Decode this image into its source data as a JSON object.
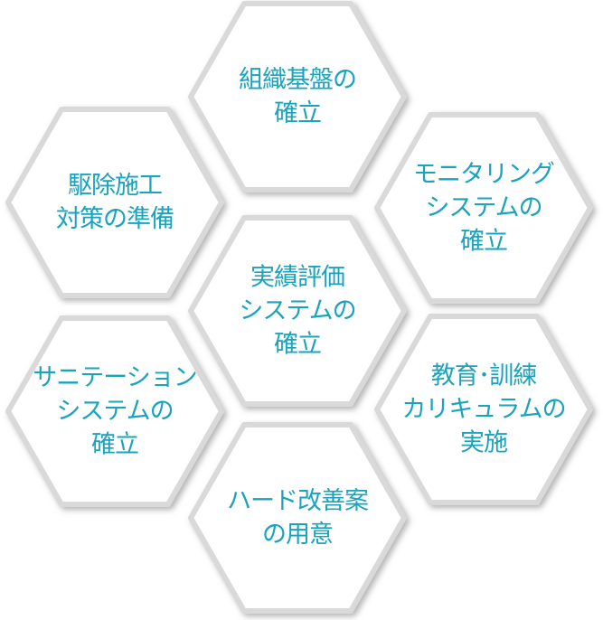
{
  "colors": {
    "text": "#1aa3bd",
    "hex_fill": "#ffffff",
    "hex_border": "#d9d9d9",
    "shadow": "#9a9a9a"
  },
  "hexagons": [
    {
      "id": "top",
      "lines": [
        "組織基盤の",
        "確立"
      ]
    },
    {
      "id": "upper-left",
      "lines": [
        "駆除施工",
        "対策の準備"
      ]
    },
    {
      "id": "upper-right",
      "lines": [
        "モニタリング",
        "システムの",
        "確立"
      ]
    },
    {
      "id": "center",
      "lines": [
        "実績評価",
        "システムの",
        "確立"
      ]
    },
    {
      "id": "lower-left",
      "lines": [
        "サニテーション",
        "システムの",
        "確立"
      ]
    },
    {
      "id": "lower-right",
      "lines": [
        "教育･訓練",
        "カリキュラムの",
        "実施"
      ]
    },
    {
      "id": "bottom",
      "lines": [
        "ハード改善案",
        "の用意"
      ]
    }
  ]
}
